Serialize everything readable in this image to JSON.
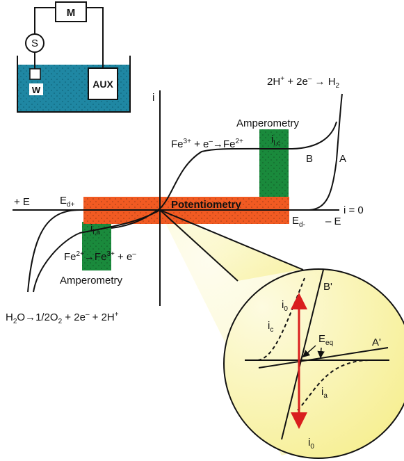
{
  "cell": {
    "meter": "M",
    "source": "S",
    "working_electrode": "W",
    "auxiliary_electrode": "AUX"
  },
  "axes": {
    "current_axis": "i",
    "positive_potential": "+ E",
    "negative_potential": "– E",
    "zero_current": "i = 0",
    "ed_plus": {
      "main": "E",
      "sub": "d+"
    },
    "ed_minus": {
      "main": "E",
      "sub": "d-"
    }
  },
  "reactions": {
    "hydrogen": {
      "a": "2H",
      "a_sup": "+",
      "b": " + 2e",
      "b_sup": "–",
      "c": " → H",
      "c_sub": "2"
    },
    "ferric_reduction": {
      "a": "Fe",
      "a_sup": "3+",
      "b": " + e",
      "b_sup": "–",
      "c": "→Fe",
      "c_sup": "2+"
    },
    "ferrous_oxidation": {
      "a": "Fe",
      "a_sup": "2+",
      "b": "→Fe",
      "b_sup": "3+",
      "c": " + e",
      "c_sup": "–"
    },
    "water_oxidation": {
      "a": "H",
      "a_sub": "2",
      "b": "O→1/2O",
      "b_sub": "2",
      "c": " + 2e",
      "c_sup": "–",
      "d": " + 2H",
      "d_sup": "+"
    }
  },
  "techniques": {
    "amperometry_cathodic": "Amperometry",
    "amperometry_anodic": "Amperometry",
    "potentiometry": "Potentiometry"
  },
  "limiting_currents": {
    "cathodic": {
      "main": "i",
      "sub": "l,c"
    },
    "anodic": {
      "main": "i",
      "sub": "l,a"
    }
  },
  "curves": {
    "curve_a": "A",
    "curve_b": "B"
  },
  "inset": {
    "curve_a_prime": "A'",
    "curve_b_prime": "B'",
    "cathodic_current": {
      "main": "i",
      "sub": "c"
    },
    "anodic_current": {
      "main": "i",
      "sub": "a"
    },
    "exchange_current_top": {
      "main": "i",
      "sub": "0"
    },
    "exchange_current_bottom": {
      "main": "i",
      "sub": "0"
    },
    "equilibrium_potential": {
      "main": "E",
      "sub": "eq"
    }
  },
  "colors": {
    "solution": "#1f87a3",
    "amperometry_band": "#1a8a3c",
    "potentiometry_band": "#f15a22",
    "inset_fill": "#fbf6b4",
    "arrow": "#d91e1e"
  }
}
